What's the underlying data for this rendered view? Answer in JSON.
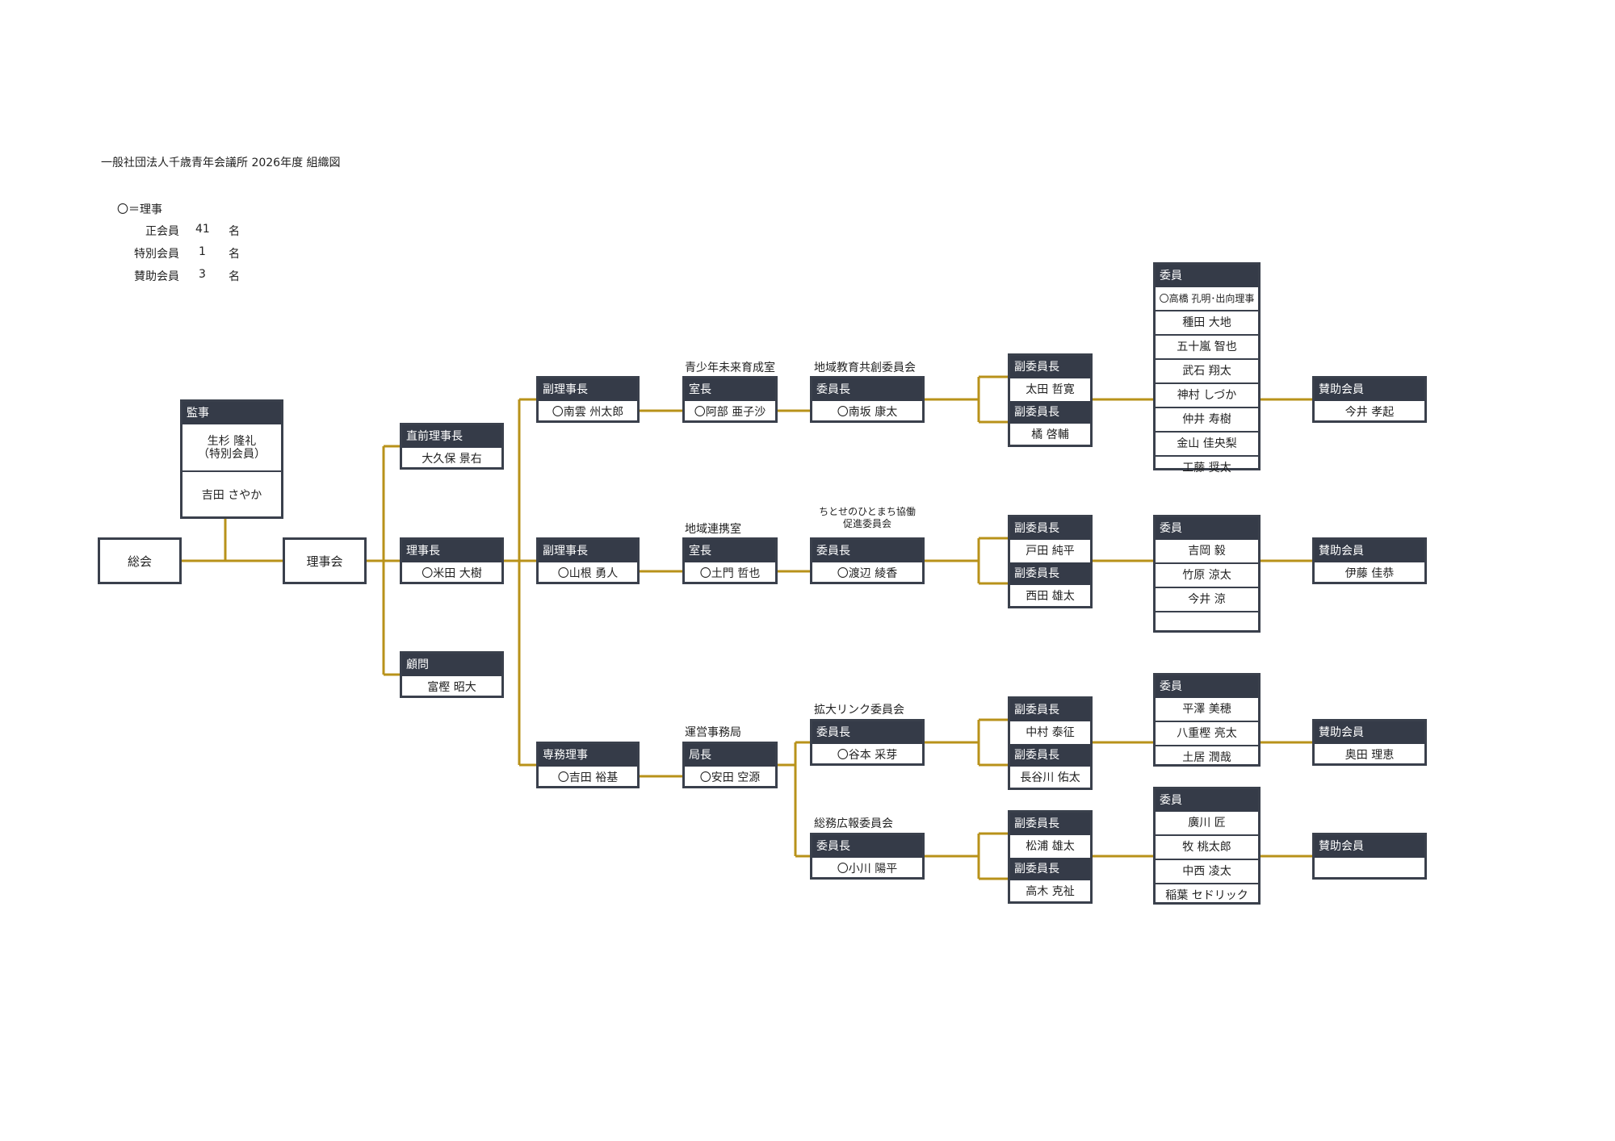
{
  "title": "一般社団法人千歳青年会議所 2026年度 組織図",
  "legend": {
    "symbol_note": "〇＝理事",
    "rows": [
      {
        "label": "正会員",
        "count": "41",
        "unit": "名"
      },
      {
        "label": "特別会員",
        "count": "1",
        "unit": "名"
      },
      {
        "label": "賛助会員",
        "count": "3",
        "unit": "名"
      }
    ]
  },
  "colors": {
    "line": "#b8921a",
    "header": "#353b48",
    "border": "#3a404c"
  },
  "general_assembly": "総会",
  "board": "理事会",
  "auditor": {
    "header": "監事",
    "members": [
      "生杉 隆礼",
      "（特別会員）",
      "吉田 さやか"
    ]
  },
  "past_president": {
    "header": "直前理事長",
    "name": "大久保 景右"
  },
  "president": {
    "header": "理事長",
    "name": "〇米田 大樹"
  },
  "advisor": {
    "header": "顧問",
    "name": "富樫 昭大"
  },
  "vp1": {
    "header": "副理事長",
    "name": "〇南雲 州太郎"
  },
  "vp2": {
    "header": "副理事長",
    "name": "〇山根 勇人"
  },
  "executive": {
    "header": "専務理事",
    "name": "〇吉田 裕基"
  },
  "room1": {
    "title": "青少年未来育成室",
    "header": "室長",
    "name": "〇阿部 亜子沙"
  },
  "room2": {
    "title": "地域連携室",
    "header": "室長",
    "name": "〇土門 哲也"
  },
  "office": {
    "title": "運営事務局",
    "header": "局長",
    "name": "〇安田 空源"
  },
  "committees": [
    {
      "title": "地域教育共創委員会",
      "header": "委員長",
      "chair": "〇南坂 康太",
      "vice_header": "副委員長",
      "vices": [
        "太田 哲寛",
        "橘 啓輔"
      ],
      "member_header": "委員",
      "members": [
        "〇高橋 孔明･出向理事",
        "種田 大地",
        "五十嵐 智也",
        "武石 翔太",
        "神村 しづか",
        "仲井 寿樹",
        "金山 佳央梨",
        "工藤 奨太"
      ],
      "support_header": "賛助会員",
      "support": "今井 孝起"
    },
    {
      "title_line1": "ちとせのひとまち協働",
      "title_line2": "促進委員会",
      "header": "委員長",
      "chair": "〇渡辺 綾香",
      "vice_header": "副委員長",
      "vices": [
        "戸田 純平",
        "西田 雄太"
      ],
      "member_header": "委員",
      "members": [
        "吉岡 毅",
        "竹原 涼太",
        "今井 涼",
        ""
      ],
      "support_header": "賛助会員",
      "support": "伊藤 佳恭"
    },
    {
      "title": "拡大リンク委員会",
      "header": "委員長",
      "chair": "〇谷本 采芽",
      "vice_header": "副委員長",
      "vices": [
        "中村 泰征",
        "長谷川 佑太"
      ],
      "member_header": "委員",
      "members": [
        "平澤 美穂",
        "八重樫 亮太",
        "土居 潤哉"
      ],
      "support_header": "賛助会員",
      "support": "奥田 理恵"
    },
    {
      "title": "総務広報委員会",
      "header": "委員長",
      "chair": "〇小川 陽平",
      "vice_header": "副委員長",
      "vices": [
        "松浦 雄太",
        "高木 克祉"
      ],
      "member_header": "委員",
      "members": [
        "廣川 匠",
        "牧 桃太郎",
        "中西 凌太",
        "稲葉 セドリック"
      ],
      "support_header": "賛助会員",
      "support": ""
    }
  ]
}
